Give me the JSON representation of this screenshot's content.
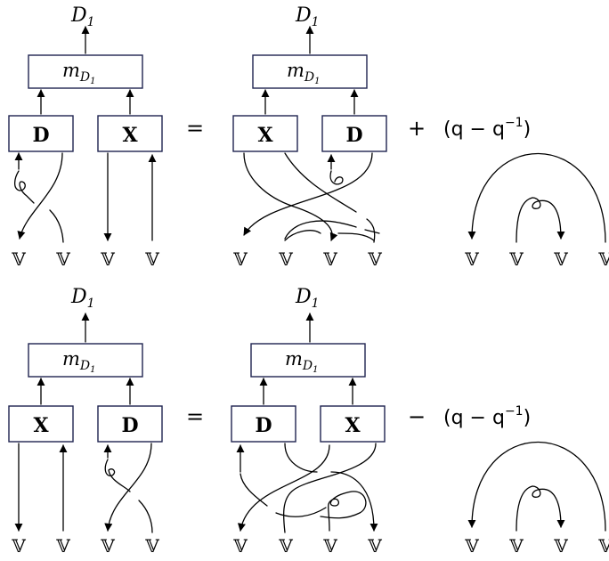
{
  "output_label": {
    "main": "D",
    "sub": "1"
  },
  "mult_box": {
    "main": "m",
    "sub_main": "D",
    "sub_sub": "1"
  },
  "box_D": "D",
  "box_X": "X",
  "vec_space": "𝕍",
  "eq_sign": "=",
  "row1": {
    "sign": "+",
    "coef": "(q − q",
    "exp": "−1",
    "close": ")"
  },
  "row2": {
    "sign": "−",
    "coef": "(q − q",
    "exp": "−1",
    "close": ")"
  }
}
